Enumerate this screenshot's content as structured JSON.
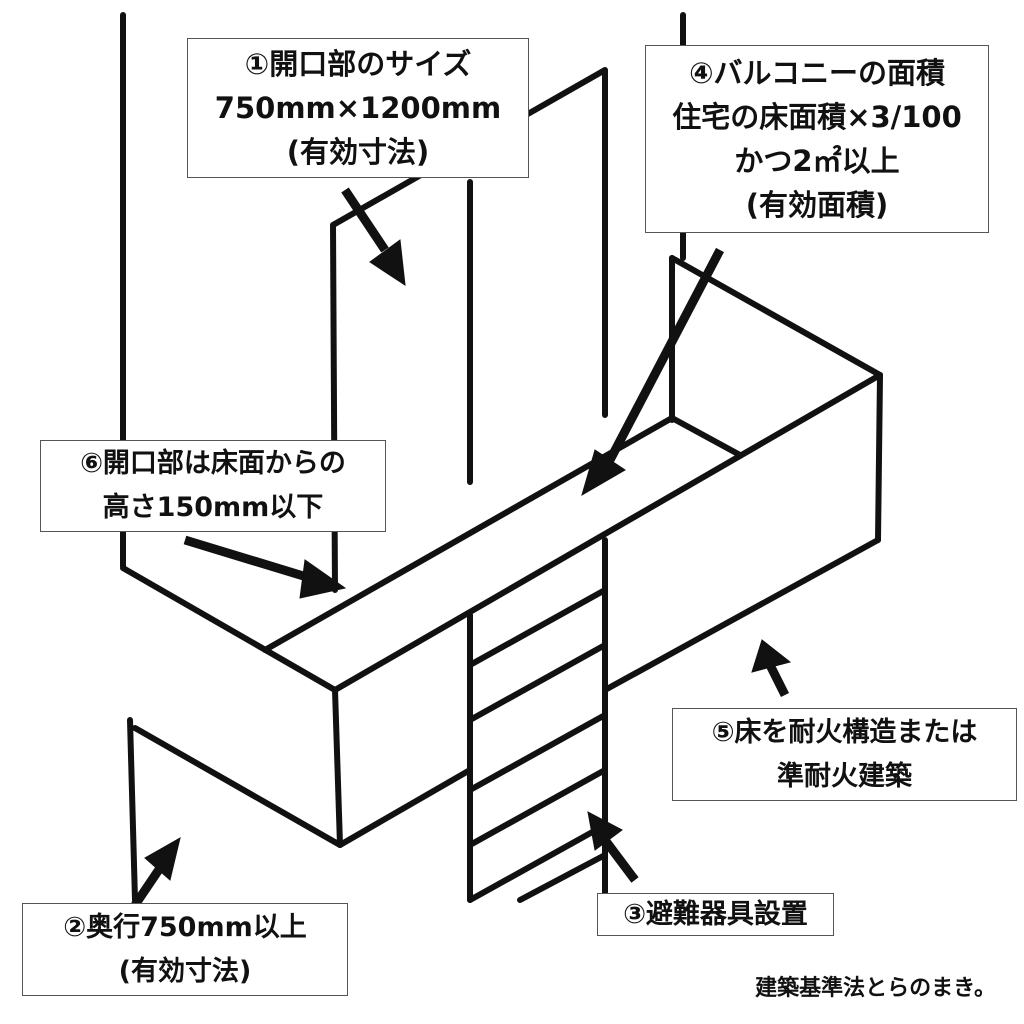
{
  "labels": {
    "opening_size": {
      "line1": "①開口部のサイズ",
      "line2": "750mm×1200mm",
      "line3": "(有効寸法)"
    },
    "balcony_area": {
      "line1": "④バルコニーの面積",
      "line2": "住宅の床面積×3/100",
      "line3": "かつ2㎡以上",
      "line4": "(有効面積)"
    },
    "opening_height": {
      "line1": "⑥開口部は床面からの",
      "line2": "高さ150mm以下"
    },
    "fireproof_floor": {
      "line1": "⑤床を耐火構造または",
      "line2": "準耐火建築"
    },
    "depth": {
      "line1": "②奥行750mm以上",
      "line2": "(有効寸法)"
    },
    "escape_device": {
      "line1": "③避難器具設置"
    }
  },
  "credit": "建築基準法とらのまき。",
  "colors": {
    "line": "#111111",
    "border": "#555555"
  }
}
